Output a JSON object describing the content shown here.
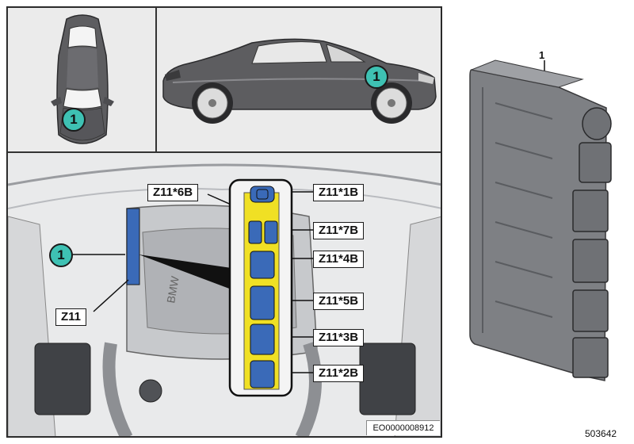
{
  "callouts": {
    "top_view": "1",
    "side_view": "1",
    "engine_view": "1"
  },
  "labels": {
    "z11_6b": "Z11*6B",
    "z11_1b": "Z11*1B",
    "z11_7b": "Z11*7B",
    "z11_4b": "Z11*4B",
    "z11_5b": "Z11*5B",
    "z11_3b": "Z11*3B",
    "z11_2b": "Z11*2B",
    "z11": "Z11"
  },
  "part_number": "1",
  "image_ref_code": "EO0000008912",
  "diagram_number": "503642",
  "engine_badge_text": "BMW",
  "colors": {
    "callout_fill": "#3ec1b3",
    "connector_block": "#f0e024",
    "connector": "#3a6ab8",
    "car_body": "#5a5a5c"
  }
}
